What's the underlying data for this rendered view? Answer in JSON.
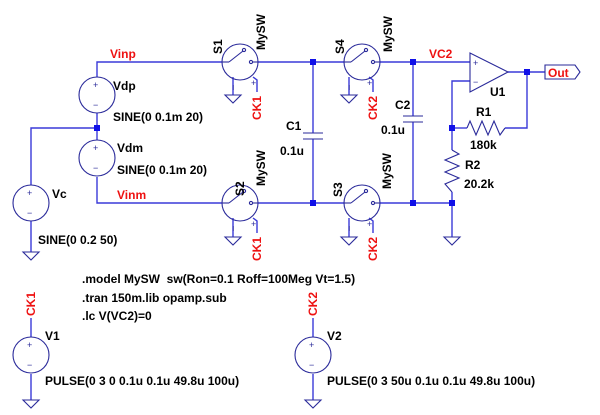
{
  "schematic": {
    "title": "Switched-capacitor differential amplifier",
    "colors": {
      "wire": "#3a3ad8",
      "symbol": "#2a2a9a",
      "net_label": "#ee1111",
      "text": "#000000",
      "background": "#ffffff"
    },
    "net_labels": {
      "vinp": "Vinp",
      "vinm": "Vinm",
      "vc2": "VC2",
      "out": "Out",
      "ck1_s1": "CK1",
      "ck1_s2": "CK1",
      "ck2_s4": "CK2",
      "ck2_s3": "CK2",
      "ck1_v1": "CK1",
      "ck2_v2": "CK2"
    },
    "components": {
      "vdp": {
        "name": "Vdp",
        "value": "SINE(0 0.1m 20)"
      },
      "vdm": {
        "name": "Vdm",
        "value": "SINE(0 0.1m 20)"
      },
      "vc": {
        "name": "Vc",
        "value": "SINE(0 0.2 50)"
      },
      "s1": {
        "name": "S1",
        "model": "MySW"
      },
      "s2": {
        "name": "S2",
        "model": "MySW"
      },
      "s3": {
        "name": "S3",
        "model": "MySW"
      },
      "s4": {
        "name": "S4",
        "model": "MySW"
      },
      "c1": {
        "name": "C1",
        "value": "0.1u"
      },
      "c2": {
        "name": "C2",
        "value": "0.1u"
      },
      "r1": {
        "name": "R1",
        "value": "180k"
      },
      "r2": {
        "name": "R2",
        "value": "20.2k"
      },
      "u1": {
        "name": "U1"
      },
      "v1": {
        "name": "V1",
        "value": "PULSE(0 3 0 0.1u 0.1u 49.8u 100u)"
      },
      "v2": {
        "name": "V2",
        "value": "PULSE(0 3 50u 0.1u 0.1u 49.8u 100u)"
      }
    },
    "directives": [
      ".model MySW  sw(Ron=0.1 Roff=100Meg Vt=1.5)",
      ".tran 150m.lib opamp.sub",
      ".lc V(VC2)=0"
    ],
    "pin_marks": {
      "plus": "+",
      "minus": "−",
      "ctrl_minus": "ı",
      "ctrl_plus": "+"
    }
  }
}
